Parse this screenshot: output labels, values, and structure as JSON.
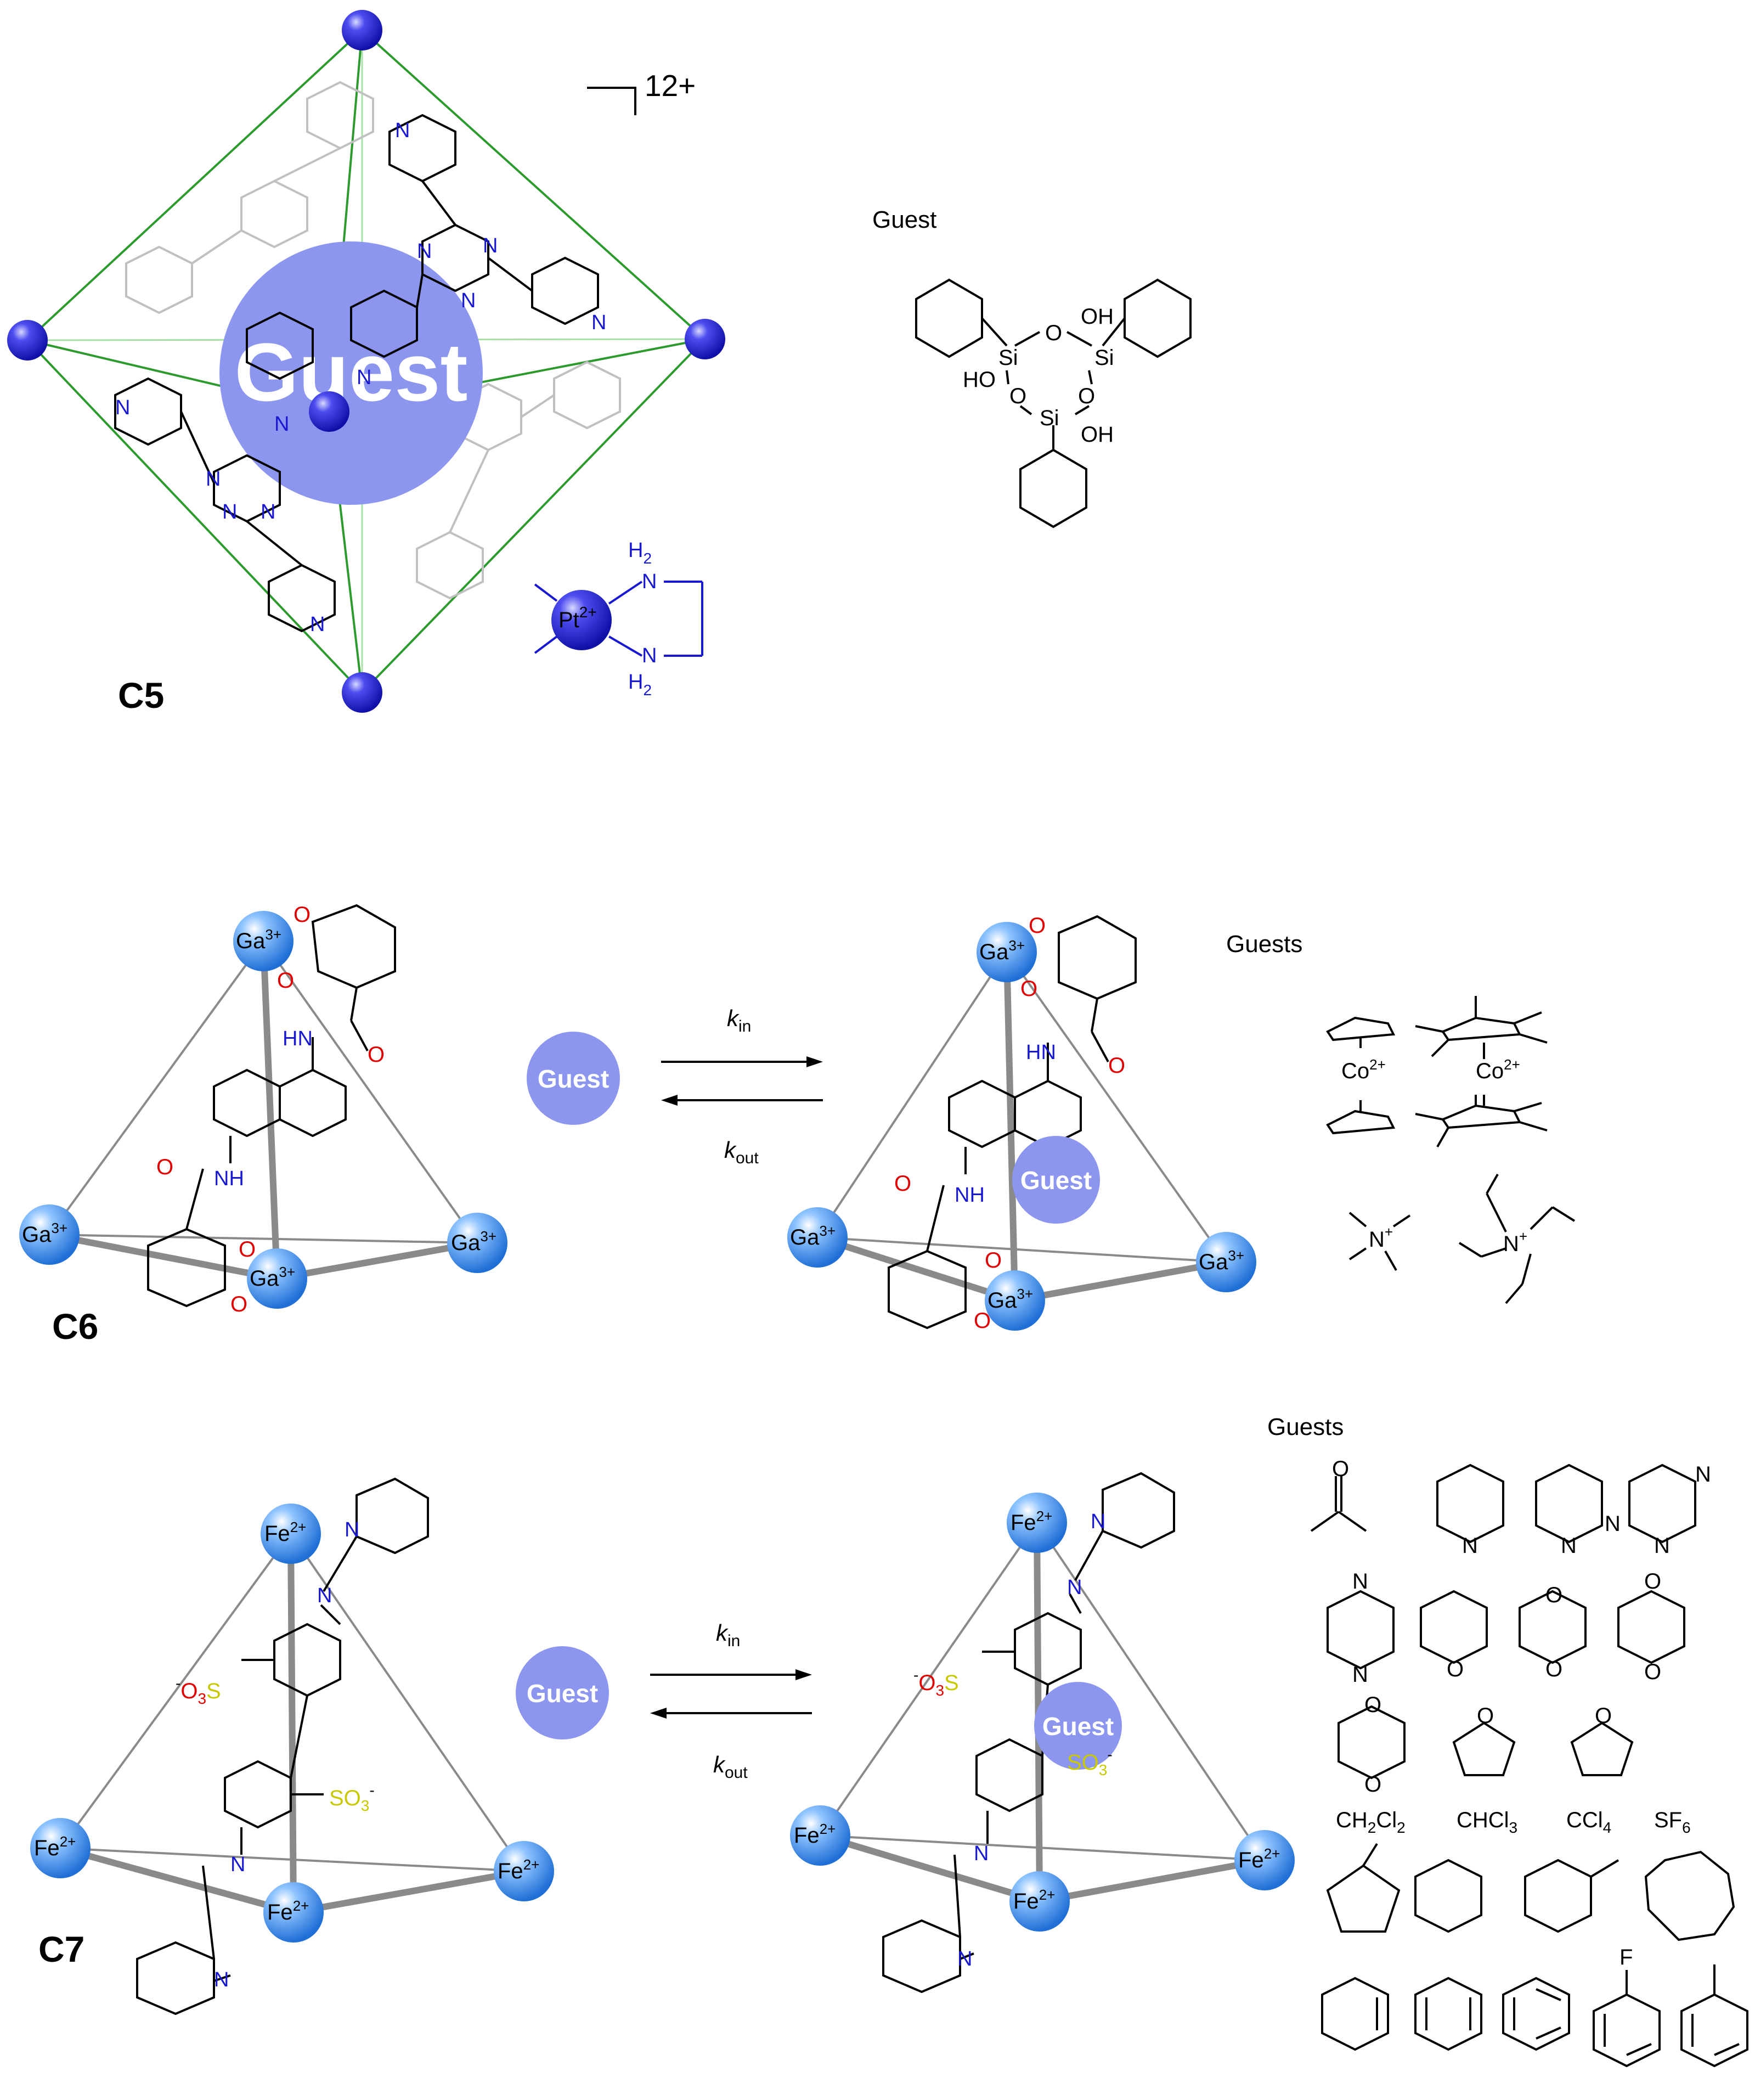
{
  "c5": {
    "label": "C5",
    "charge": "12+",
    "guest_sphere": "Guest",
    "guest_title": "Guest",
    "metal_unit": "Pt",
    "metal_charge": "2+",
    "amine_top": "H",
    "amine_sub": "2",
    "amine_N": "N",
    "silanol_atoms": {
      "si": "Si",
      "o": "O",
      "oh": "OH",
      "ho": "HO"
    }
  },
  "c6": {
    "label": "C6",
    "metal": "Ga",
    "metal_charge": "3+",
    "amide_hn": "HN",
    "amide_nh": "NH",
    "oxygen": "O",
    "guest": "Guest",
    "k_in": "k",
    "k_in_sub": "in",
    "k_out": "k",
    "k_out_sub": "out",
    "guests_title": "Guests",
    "co": "Co",
    "co_charge": "2+",
    "n_plus": "N",
    "plus": "+"
  },
  "c7": {
    "label": "C7",
    "metal": "Fe",
    "metal_charge": "2+",
    "nitrogen": "N",
    "sulfonate_left": "O",
    "so3_sub": "3",
    "sulfonate_S": "S",
    "sulfonate_right": "SO",
    "minus": "-",
    "guest": "Guest",
    "k_in": "k",
    "k_in_sub": "in",
    "k_out": "k",
    "k_out_sub": "out",
    "guests_title": "Guests",
    "solvents": [
      {
        "main": "CH",
        "s1": "2",
        "mid": "Cl",
        "s2": "2"
      },
      {
        "main": "CHCl",
        "s1": "3"
      },
      {
        "main": "CCl",
        "s1": "4"
      },
      {
        "main": "SF",
        "s1": "6"
      }
    ],
    "fluoro": "F"
  },
  "colors": {
    "sphere_blue": "#3f8ee8",
    "guest_purple": "#8d96ee",
    "nitrogen_blue": "#1818d0",
    "oxygen_red": "#e00000",
    "sulfur_yellow": "#c8c800",
    "edge_green": "#2c9a2c",
    "cage_gray": "#8a8a8a"
  }
}
